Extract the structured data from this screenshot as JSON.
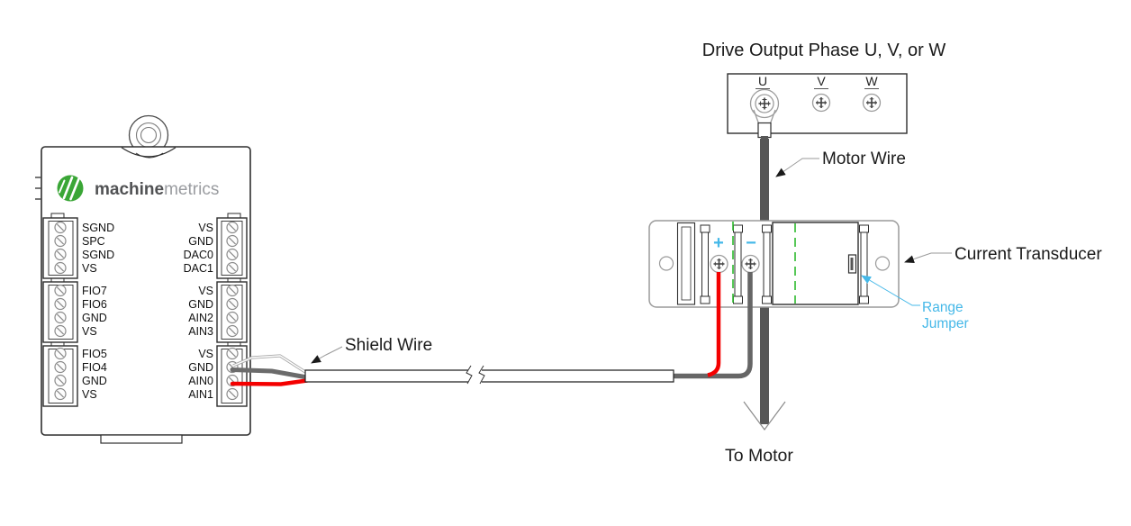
{
  "diagram": {
    "title": "Drive Output Phase U, V, or W",
    "labels": {
      "motor_wire": "Motor Wire",
      "current_transducer": "Current Transducer",
      "range_jumper_line1": "Range",
      "range_jumper_line2": "Jumper",
      "shield_wire": "Shield Wire",
      "to_motor": "To Motor",
      "plus": "+",
      "minus": "−"
    },
    "drive_terminals": [
      "U",
      "V",
      "W"
    ],
    "device": {
      "brand_bold": "machine",
      "brand_light": "metrics",
      "left_terminals": [
        [
          "SGND",
          "SPC",
          "SGND",
          "VS"
        ],
        [
          "FIO7",
          "FIO6",
          "GND",
          "VS"
        ],
        [
          "FIO5",
          "FIO4",
          "GND",
          "VS"
        ]
      ],
      "right_terminals": [
        [
          "VS",
          "GND",
          "DAC0",
          "DAC1"
        ],
        [
          "VS",
          "GND",
          "AIN2",
          "AIN3"
        ],
        [
          "VS",
          "GND",
          "AIN0",
          "AIN1"
        ]
      ]
    },
    "colors": {
      "accent_cyan": "#45b8e8",
      "wire_red": "#f40000",
      "wire_dark": "#575757",
      "wire_gray": "#666666",
      "logo_green": "#3aa636",
      "dash_green": "#2db92d",
      "text_black": "#1a1a1a"
    }
  }
}
